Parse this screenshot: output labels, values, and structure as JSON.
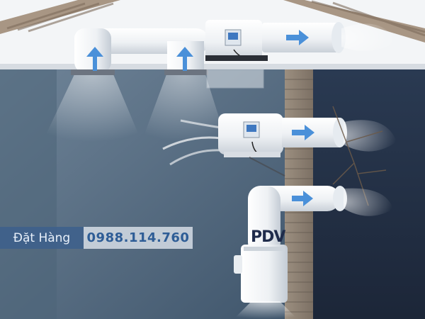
{
  "order": {
    "label": "Đặt Hàng",
    "phone": "0988.114.760"
  },
  "brand": {
    "logo_text": "PDV"
  },
  "colors": {
    "arrow": "#4a90d9",
    "wall_left": "#5a7086",
    "wall_right": "#24324a",
    "duct": "#f4f6f8"
  }
}
